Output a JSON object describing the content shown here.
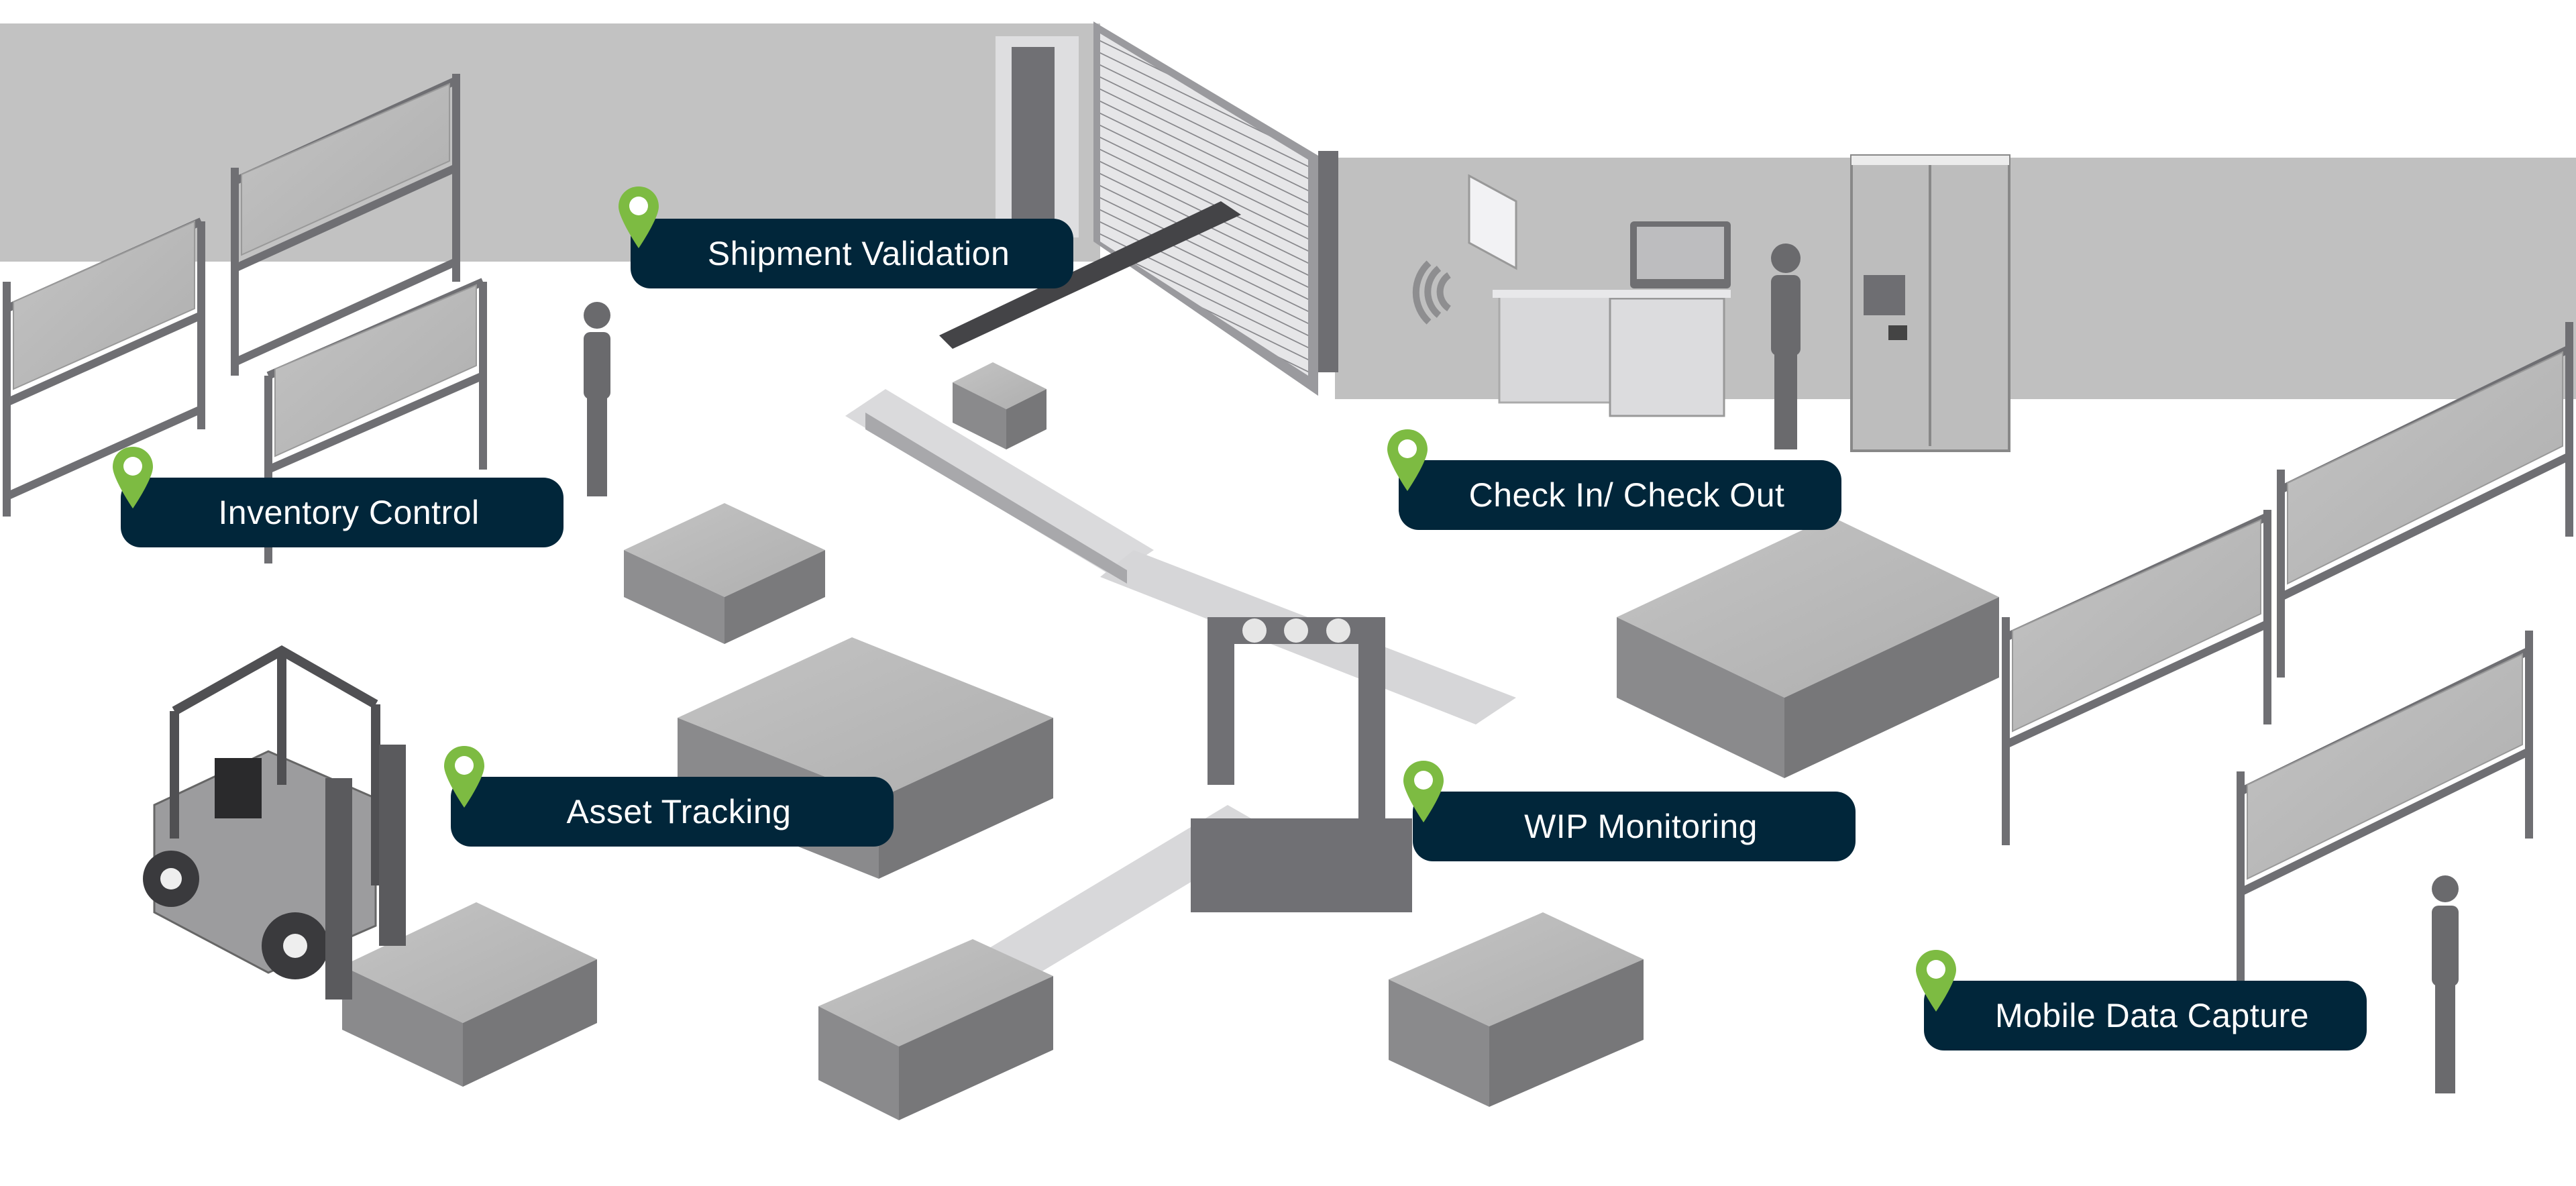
{
  "title": "Warehouse RFID / Data Capture Use Cases",
  "colors": {
    "label_bg": "#01263a",
    "label_text": "#ffffff",
    "pin": "#7dbb42",
    "wall": "#c0c0c0",
    "floor": "#ffffff"
  },
  "hotspots": [
    {
      "id": "shipment-validation",
      "label": "Shipment Validation",
      "icon": "location-pin-icon"
    },
    {
      "id": "inventory-control",
      "label": "Inventory Control",
      "icon": "location-pin-icon"
    },
    {
      "id": "check-in-check-out",
      "label": "Check In/ Check Out",
      "icon": "location-pin-icon"
    },
    {
      "id": "asset-tracking",
      "label": "Asset Tracking",
      "icon": "location-pin-icon"
    },
    {
      "id": "wip-monitoring",
      "label": "WIP Monitoring",
      "icon": "location-pin-icon"
    },
    {
      "id": "mobile-data-capture",
      "label": "Mobile Data Capture",
      "icon": "location-pin-icon"
    }
  ]
}
